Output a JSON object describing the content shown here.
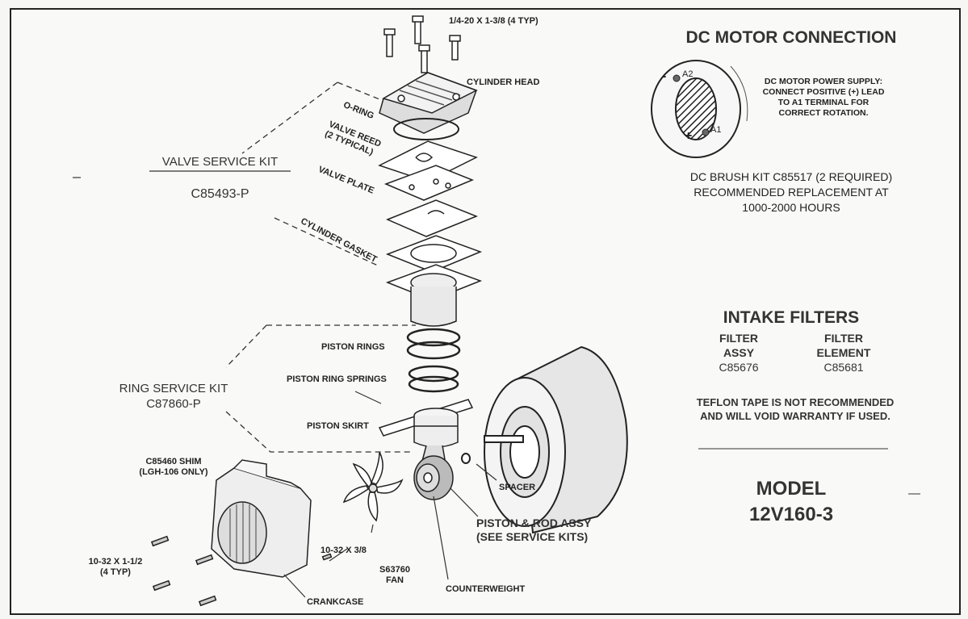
{
  "dc_motor": {
    "title": "DC MOTOR CONNECTION",
    "terminal_a2": "A2",
    "terminal_a1": "A1",
    "minus": "-",
    "plus": "+",
    "power_note": [
      "DC MOTOR POWER SUPPLY:",
      "CONNECT POSITIVE (+) LEAD",
      "TO A1 TERMINAL FOR",
      "CORRECT ROTATION."
    ],
    "brush_note": [
      "DC BRUSH KIT C85517 (2 REQUIRED)",
      "RECOMMENDED REPLACEMENT AT",
      "1000-2000 HOURS"
    ]
  },
  "intake": {
    "title": "INTAKE FILTERS",
    "assy_label": [
      "FILTER",
      "ASSY"
    ],
    "assy_part": "C85676",
    "element_label": [
      "FILTER",
      "ELEMENT"
    ],
    "element_part": "C85681",
    "warning": [
      "TEFLON TAPE IS NOT RECOMMENDED",
      "AND WILL VOID WARRANTY IF USED."
    ]
  },
  "model": {
    "label": "MODEL",
    "number": "12V160-3"
  },
  "valve_kit": {
    "name": "VALVE SERVICE KIT",
    "part": "C85493-P"
  },
  "ring_kit": {
    "name": "RING SERVICE KIT",
    "part": "C87860-P"
  },
  "parts": {
    "bolts": "1/4-20 X 1-3/8 (4 TYP)",
    "cylinder_head": "CYLINDER HEAD",
    "o_ring": "O-RING",
    "valve_reed": [
      "VALVE REED",
      "(2 TYPICAL)"
    ],
    "valve_plate": "VALVE PLATE",
    "cylinder_gasket": "CYLINDER GASKET",
    "piston_rings": "PISTON RINGS",
    "piston_ring_springs": "PISTON RING SPRINGS",
    "piston_skirt": "PISTON SKIRT",
    "shim": [
      "C85460 SHIM",
      "(LGH-106 ONLY)"
    ],
    "spacer": "SPACER",
    "piston_rod": [
      "PISTON & ROD ASSY",
      "(SEE SERVICE KITS)"
    ],
    "screw_small": "10-32 X 3/8",
    "screw_large": [
      "10-32 X 1-1/2",
      "(4 TYP)"
    ],
    "fan": [
      "S63760",
      "FAN"
    ],
    "counterweight": "COUNTERWEIGHT",
    "crankcase": "CRANKCASE"
  }
}
